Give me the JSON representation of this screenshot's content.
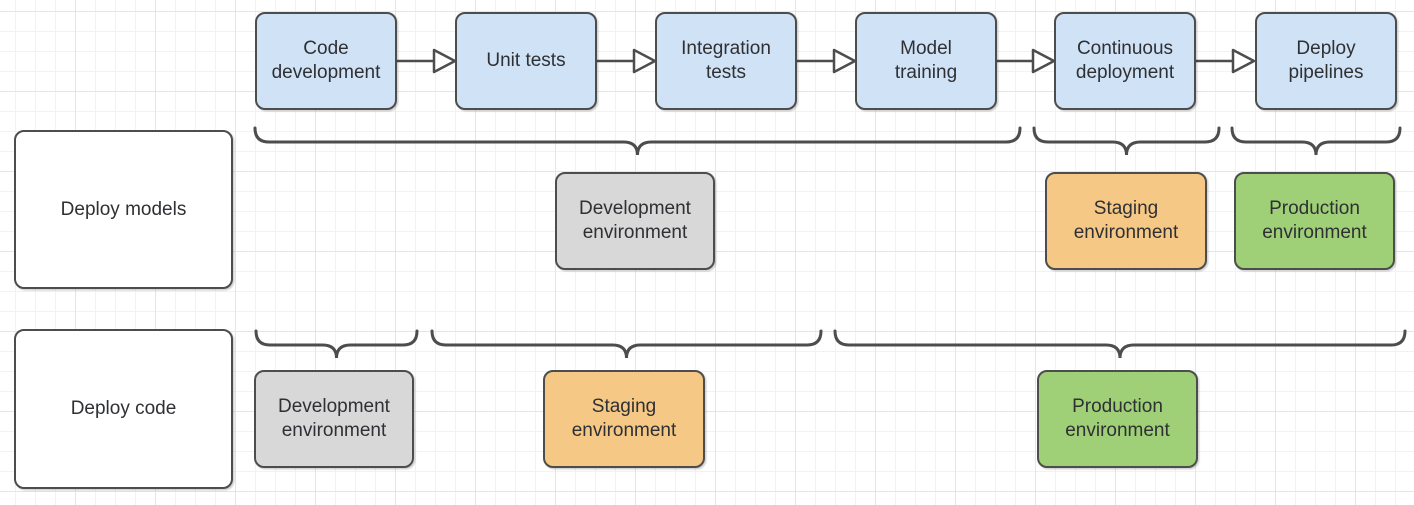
{
  "pipeline": {
    "steps": [
      {
        "label": "Code development"
      },
      {
        "label": "Unit tests"
      },
      {
        "label": "Integration tests"
      },
      {
        "label": "Model training"
      },
      {
        "label": "Continuous deployment"
      },
      {
        "label": "Deploy pipelines"
      }
    ]
  },
  "rows": {
    "models": {
      "label": "Deploy models",
      "environments": [
        {
          "label": "Development environment",
          "type": "development"
        },
        {
          "label": "Staging environment",
          "type": "staging"
        },
        {
          "label": "Production environment",
          "type": "production"
        }
      ]
    },
    "code": {
      "label": "Deploy code",
      "environments": [
        {
          "label": "Development environment",
          "type": "development"
        },
        {
          "label": "Staging environment",
          "type": "staging"
        },
        {
          "label": "Production environment",
          "type": "production"
        }
      ]
    }
  },
  "colors": {
    "step_fill": "#d0e2f5",
    "development_fill": "#d8d8d8",
    "staging_fill": "#f5c886",
    "production_fill": "#9fd077",
    "shape_border": "#4d4d4d",
    "text": "#2f3034",
    "grid_minor": "#f2f2f6",
    "grid_major": "#e4e4ea"
  }
}
